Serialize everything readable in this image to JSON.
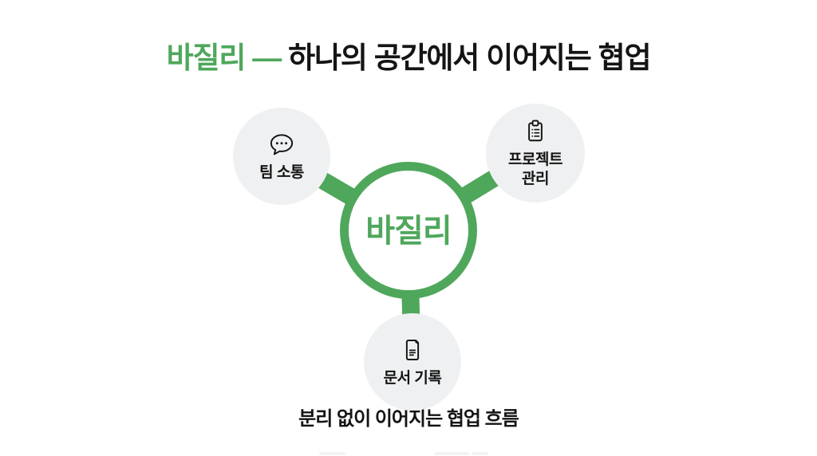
{
  "title": {
    "highlight": "바질리 —",
    "rest": "하나의 공간에서 이어지는 협업"
  },
  "diagram": {
    "center": {
      "label": "바질리"
    },
    "nodes": [
      {
        "label": "팀 소통",
        "icon": "chat-bubble-icon"
      },
      {
        "label": "프로젝트\n관리",
        "icon": "clipboard-icon"
      },
      {
        "label": "문서 기록",
        "icon": "document-icon"
      }
    ]
  },
  "caption": "분리 없이 이어지는 협업 흐름",
  "colors": {
    "accent_green": "#4FA75C",
    "node_gray": "#EFF0F1",
    "ink": "#141414",
    "background": "#FFFFFF"
  }
}
